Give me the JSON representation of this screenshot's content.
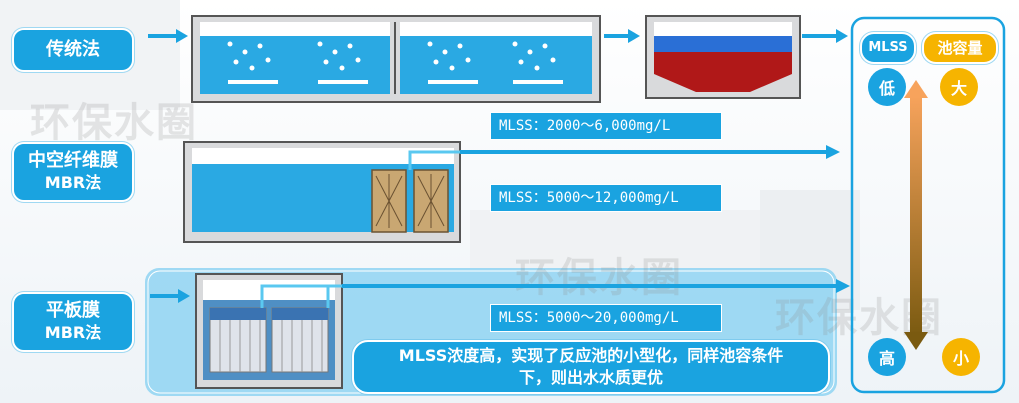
{
  "rows": {
    "conventional": {
      "label": "传统法"
    },
    "hollow_fiber": {
      "label_line1": "中空纤维膜",
      "label_line2": "MBR法"
    },
    "flat_sheet": {
      "label_line1": "平板膜",
      "label_line2": "MBR法"
    }
  },
  "mlss_ranges": {
    "conventional": "MLSS：2000～6,000mg/L",
    "hollow_fiber": "MLSS：5000～12,000mg/L",
    "flat_sheet": "MLSS：5000～20,000mg/L"
  },
  "note": {
    "line1": "MLSS浓度高，实现了反应池的小型化，同样池容条件",
    "line2": "下，则出水水质更优"
  },
  "legend": {
    "mlss_header": "MLSS",
    "volume_header": "池容量",
    "mlss_low": "低",
    "volume_large": "大",
    "mlss_high": "高",
    "volume_small": "小"
  },
  "watermark": "环保水圈",
  "colors": {
    "accent_blue": "#1aa3e0",
    "yellow": "#f6b400",
    "sludge_red": "#b01818",
    "water_blue": "#2aa9e3"
  }
}
